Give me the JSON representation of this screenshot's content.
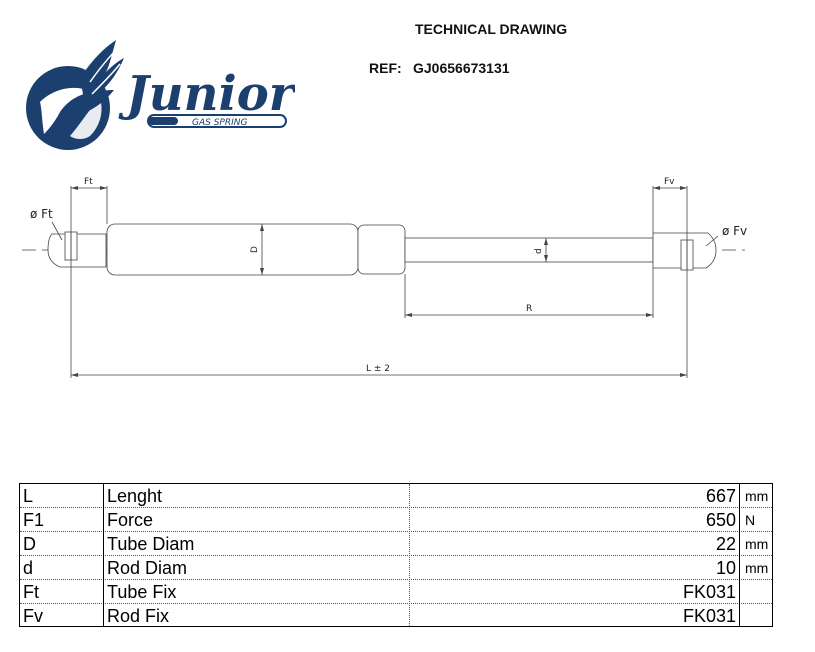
{
  "header": {
    "title": "TECHNICAL DRAWING",
    "ref_label": "REF:",
    "ref_value": "GJ0656673131"
  },
  "logo": {
    "brand": "Junior",
    "tagline": "GAS SPRING",
    "brand_color": "#1b3f6e"
  },
  "drawing": {
    "label_ft": "Ft",
    "label_fv": "Fv",
    "label_dia_ft": "ø Ft",
    "label_dia_fv": "ø Fv",
    "label_D": "D",
    "label_d": "d",
    "label_R": "R",
    "label_L": "L ± 2"
  },
  "specs": [
    {
      "symbol": "L",
      "name": "Lenght",
      "value": "667",
      "unit": "mm"
    },
    {
      "symbol": "F1",
      "name": "Force",
      "value": "650",
      "unit": "N"
    },
    {
      "symbol": "D",
      "name": "Tube Diam",
      "value": "22",
      "unit": "mm"
    },
    {
      "symbol": "d",
      "name": "Rod Diam",
      "value": "10",
      "unit": "mm"
    },
    {
      "symbol": "Ft",
      "name": "Tube Fix",
      "value": "FK031",
      "unit": ""
    },
    {
      "symbol": "Fv",
      "name": "Rod Fix",
      "value": "FK031",
      "unit": ""
    }
  ]
}
